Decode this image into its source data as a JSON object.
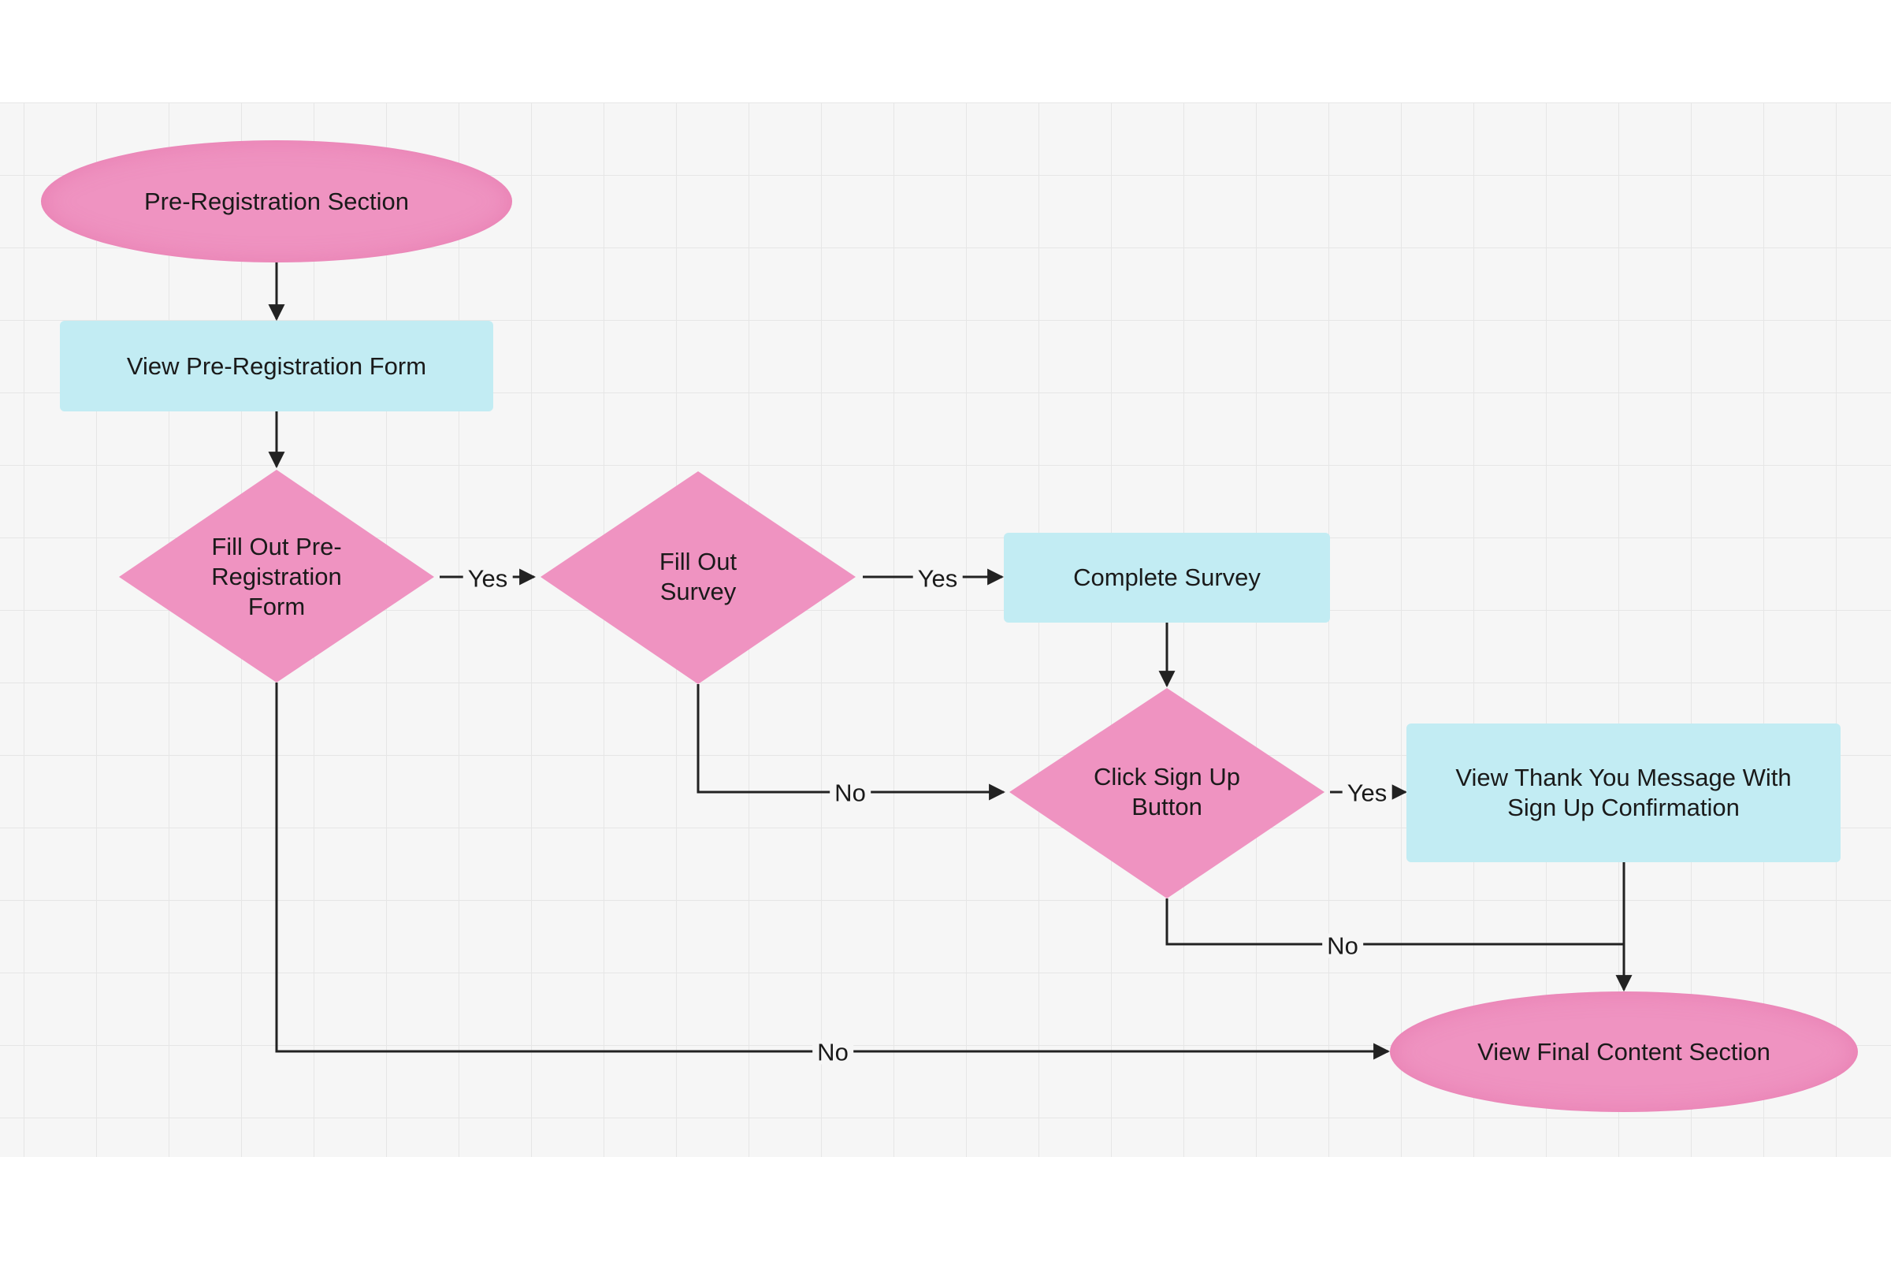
{
  "diagram": {
    "nodes": {
      "pre_registration_section": "Pre-Registration Section",
      "view_pre_registration_form": "View Pre-Registration Form",
      "fill_out_pre_registration_form": "Fill Out Pre-\nRegistration\nForm",
      "fill_out_survey": "Fill Out\nSurvey",
      "complete_survey": "Complete Survey",
      "click_sign_up_button": "Click Sign Up\nButton",
      "view_thank_you_message": "View Thank You Message With\nSign Up Confirmation",
      "view_final_content_section": "View Final Content Section"
    },
    "edge_labels": {
      "form_to_survey_yes": "Yes",
      "survey_to_complete_yes": "Yes",
      "survey_to_signup_no": "No",
      "signup_to_thanks_yes": "Yes",
      "signup_to_final_no": "No",
      "form_to_final_no": "No"
    },
    "colors": {
      "terminal_fill": "#ef93c1",
      "decision_fill": "#ef93c1",
      "process_fill": "#c2ecf3",
      "edge_stroke": "#222222",
      "grid_background": "#f6f6f6"
    }
  }
}
